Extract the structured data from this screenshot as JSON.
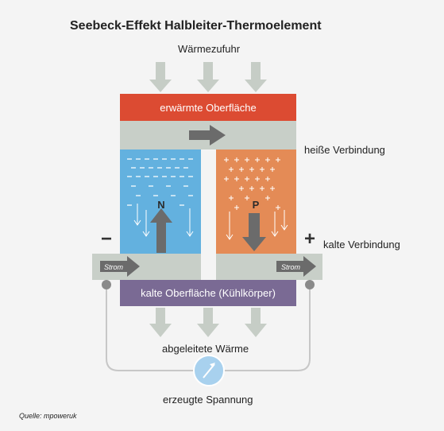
{
  "title": "Seebeck-Effekt Halbleiter-Thermoelement",
  "labels": {
    "heat_in": "Wärmezufuhr",
    "hot_surface": "erwärmte Oberfläche",
    "hot_junction": "heiße Verbindung",
    "cold_junction": "kalte Verbindung",
    "cold_surface": "kalte Oberfläche (Kühlkörper)",
    "heat_out": "abgeleitete Wärme",
    "voltage": "erzeugte Spannung",
    "current_left": "Strom",
    "current_right": "Strom",
    "n_type": "N",
    "p_type": "P",
    "minus": "−",
    "plus": "+",
    "source": "Quelle: mpoweruk"
  },
  "colors": {
    "hot": "#dc4b32",
    "n_block": "#63b1df",
    "p_block": "#e48b56",
    "cold": "#7a6a94",
    "bar": "#c8cfc8",
    "arrow_grey": "#c6cdc6",
    "arrow_dark": "#6b6b6b",
    "wire": "#c7c7c7",
    "meter": "#a8d1ee"
  }
}
